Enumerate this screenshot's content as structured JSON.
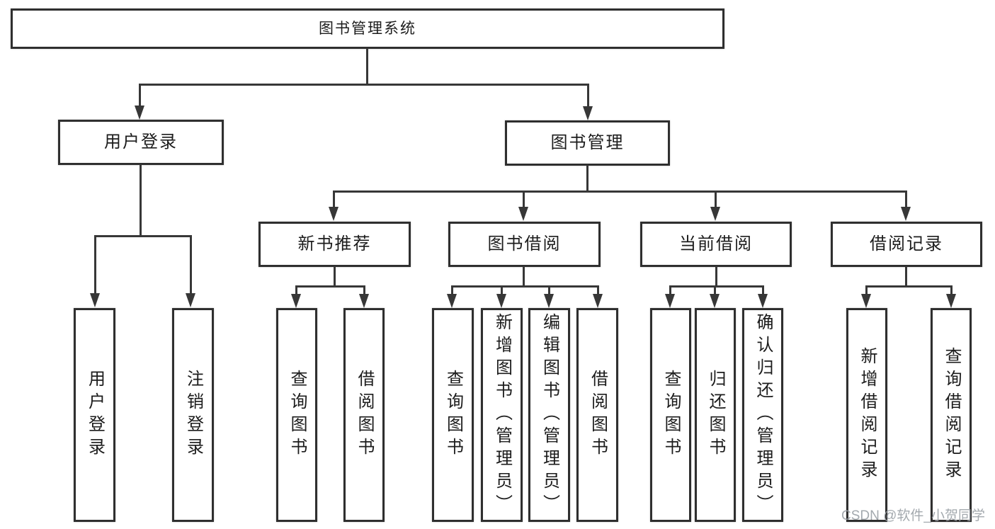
{
  "diagram": {
    "root": {
      "label": "图书管理系统"
    },
    "branches": [
      {
        "label": "用户登录",
        "children": [
          {
            "label": "用户登录"
          },
          {
            "label": "注销登录"
          }
        ]
      },
      {
        "label": "图书管理",
        "children": [
          {
            "label": "新书推荐",
            "children": [
              {
                "label": "查询图书"
              },
              {
                "label": "借阅图书"
              }
            ]
          },
          {
            "label": "图书借阅",
            "children": [
              {
                "label": "查询图书"
              },
              {
                "label": "新增图书（管理员）"
              },
              {
                "label": "编辑图书（管理员）"
              },
              {
                "label": "借阅图书"
              }
            ]
          },
          {
            "label": "当前借阅",
            "children": [
              {
                "label": "查询图书"
              },
              {
                "label": "归还图书"
              },
              {
                "label": "确认归还（管理员）"
              }
            ]
          },
          {
            "label": "借阅记录",
            "children": [
              {
                "label": "新增借阅记录"
              },
              {
                "label": "查询借阅记录"
              }
            ]
          }
        ]
      }
    ]
  },
  "watermark": {
    "text": "CSDN @软件_小贺同学"
  },
  "colors": {
    "line": "#373737",
    "box_border": "#2f2f2f",
    "text": "#1c1c1c",
    "watermark": "#9aa0a6",
    "background": "#ffffff"
  }
}
